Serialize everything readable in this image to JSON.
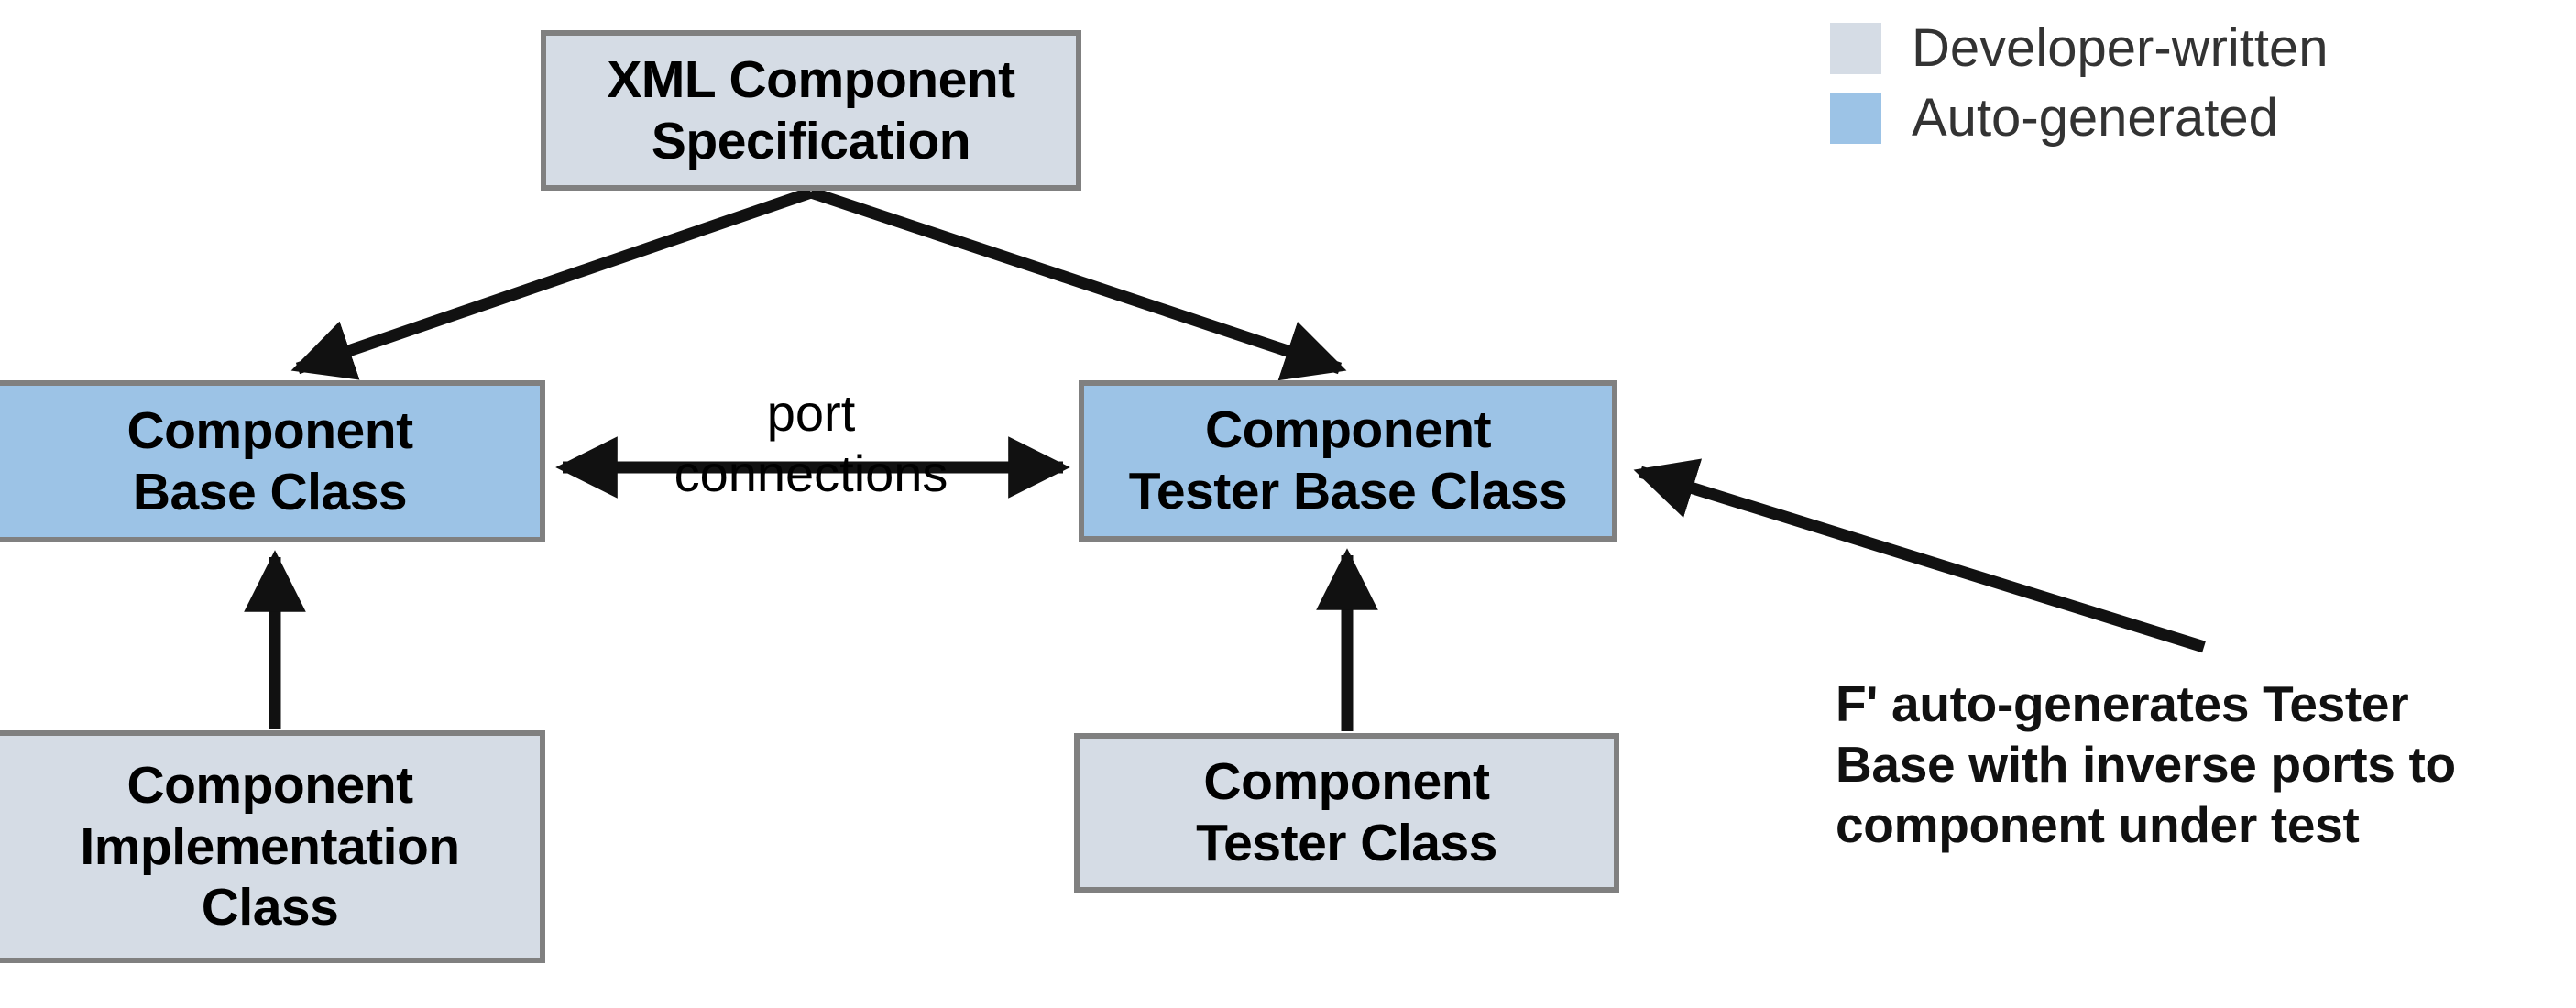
{
  "diagram": {
    "title_text": "XML Component Specification",
    "nodes": [
      {
        "id": "xml-spec",
        "label": "XML Component\nSpecification",
        "kind": "developer-written",
        "fill": "#d5dce5"
      },
      {
        "id": "component-base-class",
        "label": "Component\nBase Class",
        "kind": "auto-generated",
        "fill": "#9cc3e6"
      },
      {
        "id": "component-tester-base-class",
        "label": "Component\nTester Base Class",
        "kind": "auto-generated",
        "fill": "#9cc3e6"
      },
      {
        "id": "component-implementation-class",
        "label": "Component\nImplementation\nClass",
        "kind": "developer-written",
        "fill": "#d5dce5"
      },
      {
        "id": "component-tester-class",
        "label": "Component\nTester Class",
        "kind": "developer-written",
        "fill": "#d5dce5"
      }
    ],
    "edge_label": "port\nconnections",
    "annotation": "F' auto-generates Tester\nBase with inverse ports to\ncomponent under test"
  },
  "legend": {
    "items": [
      {
        "label": "Developer-written",
        "color": "#d5dce5"
      },
      {
        "label": "Auto-generated",
        "color": "#9cc3e6"
      }
    ]
  },
  "colors": {
    "border": "#808080",
    "arrow": "#111111",
    "text": "#000000",
    "legend_text": "#333333",
    "background": "#ffffff"
  }
}
